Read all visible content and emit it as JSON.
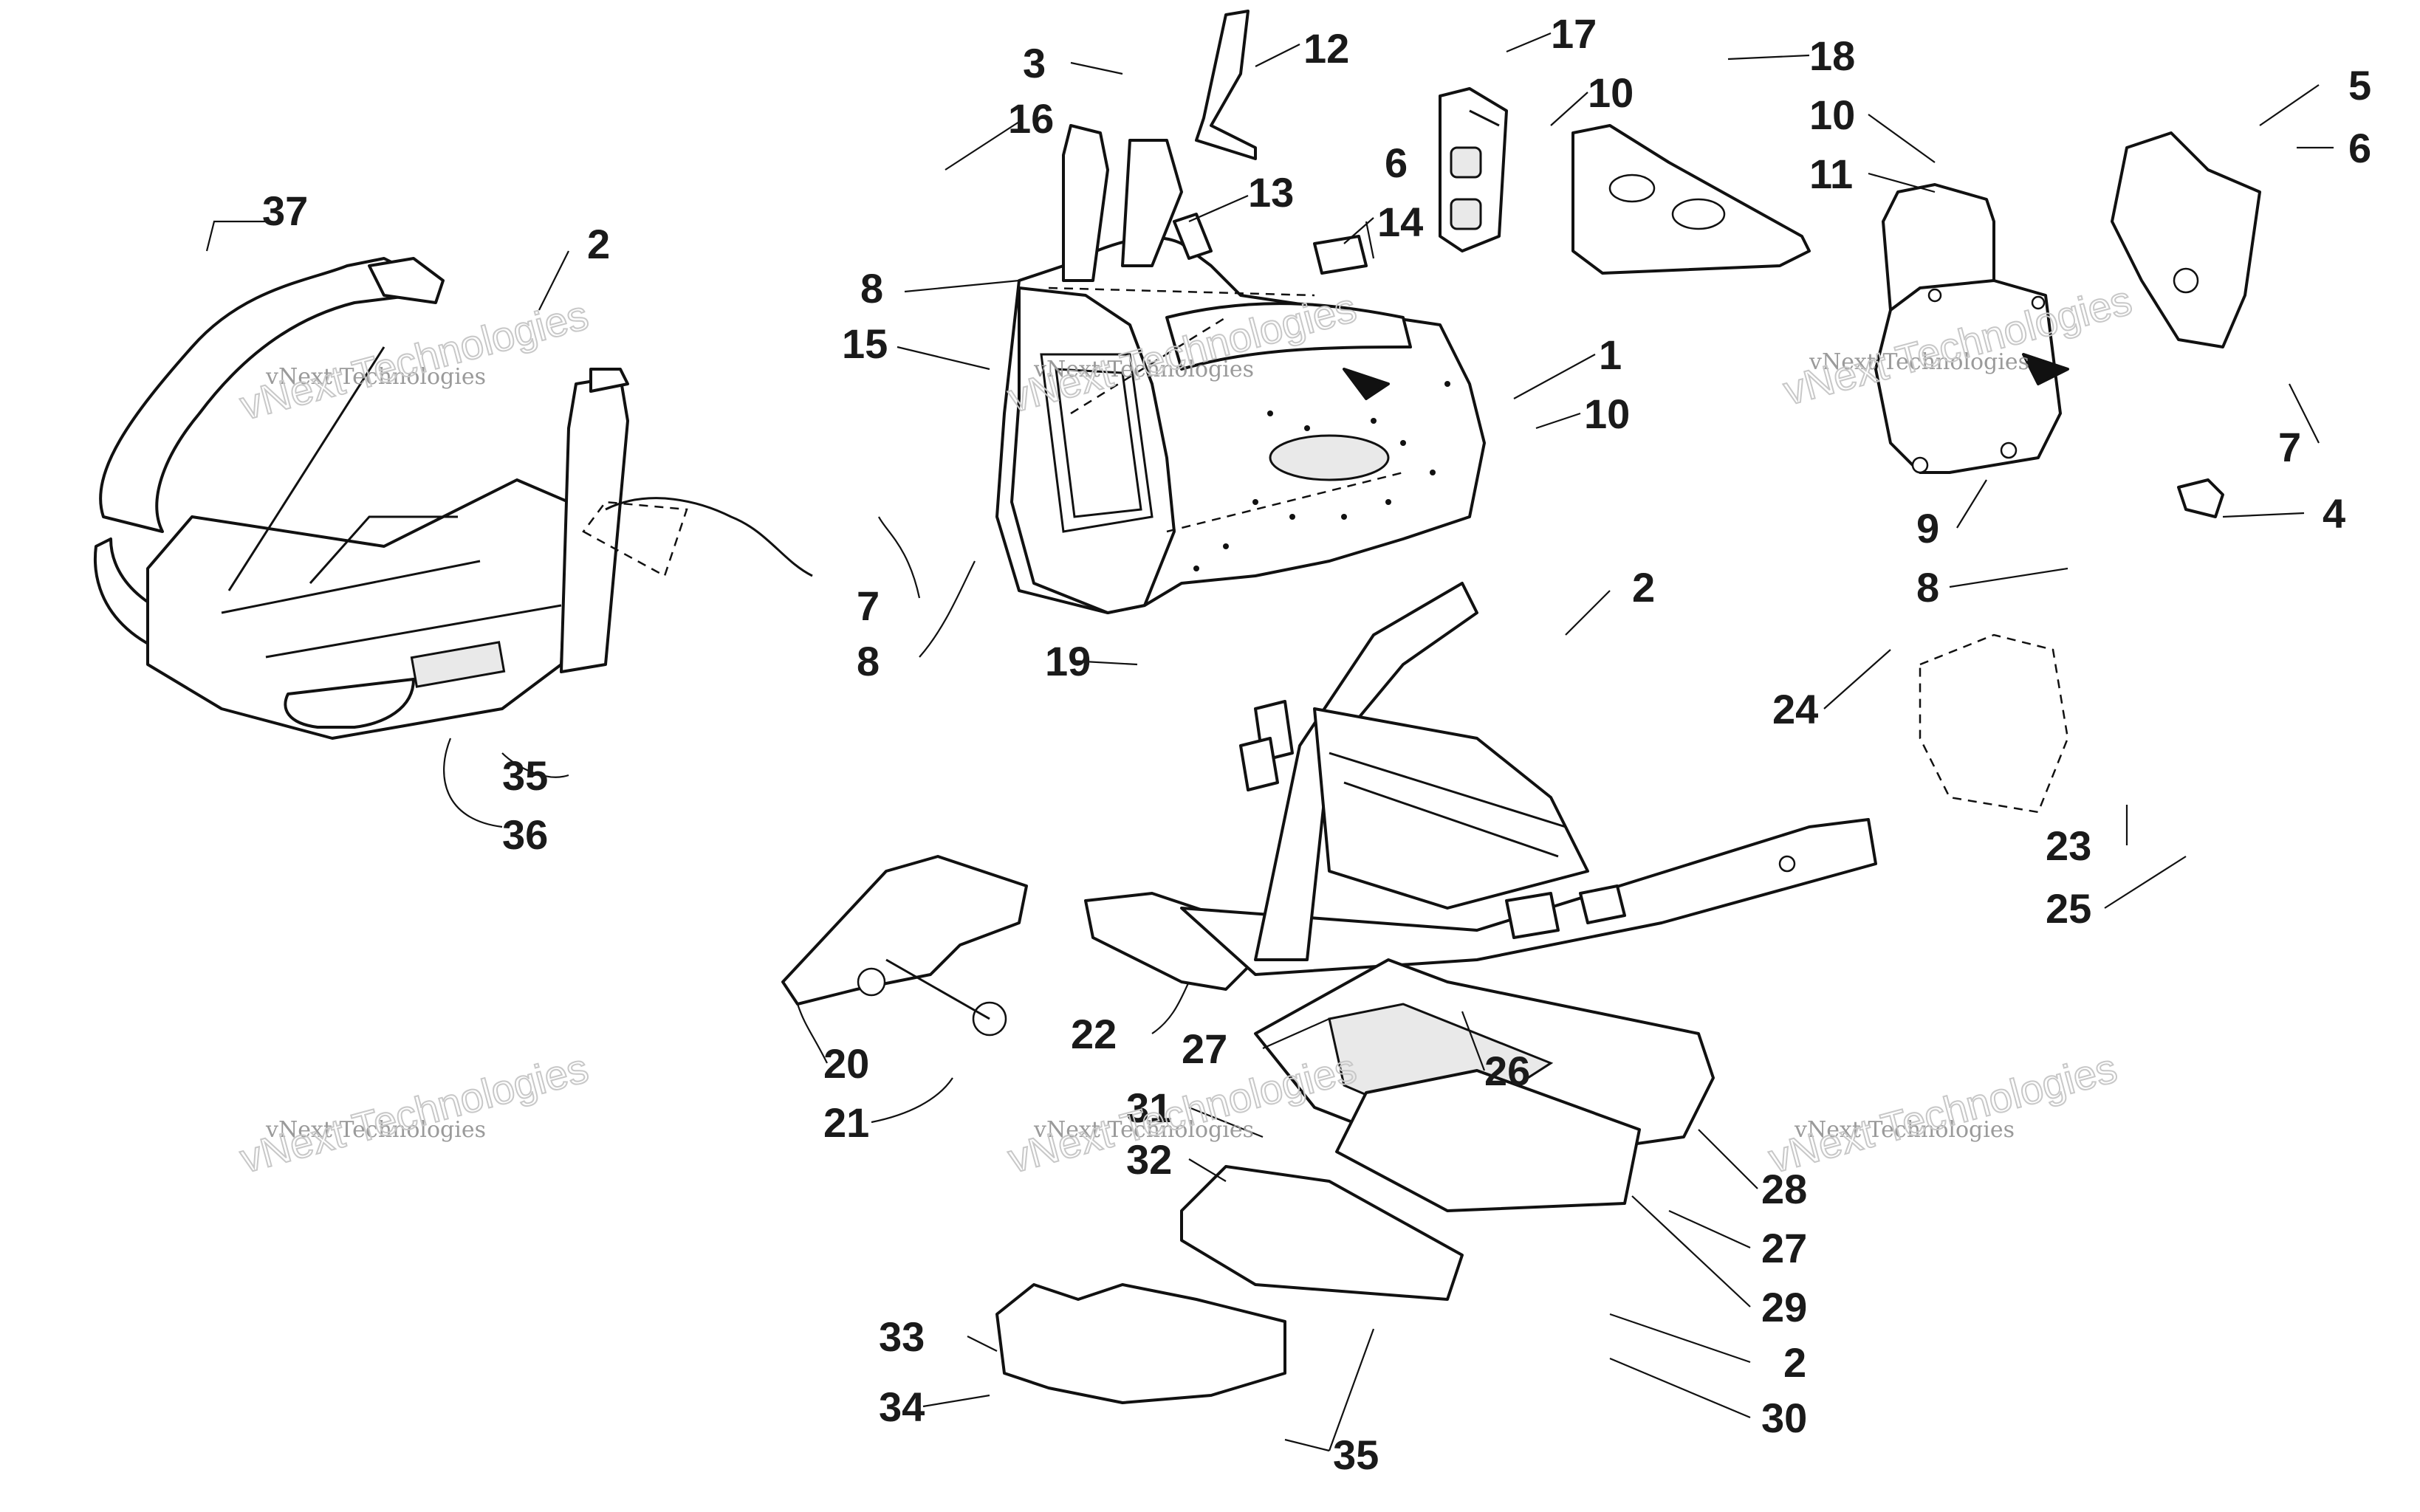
{
  "diagram": {
    "callouts": [
      {
        "id": "c37",
        "text": "37"
      },
      {
        "id": "c2a",
        "text": "2"
      },
      {
        "id": "c35a",
        "text": "35"
      },
      {
        "id": "c36",
        "text": "36"
      },
      {
        "id": "c3",
        "text": "3"
      },
      {
        "id": "c16",
        "text": "16"
      },
      {
        "id": "c12",
        "text": "12"
      },
      {
        "id": "c13",
        "text": "13"
      },
      {
        "id": "c17",
        "text": "17"
      },
      {
        "id": "c10a",
        "text": "10"
      },
      {
        "id": "c6a",
        "text": "6"
      },
      {
        "id": "c14",
        "text": "14"
      },
      {
        "id": "c8a",
        "text": "8"
      },
      {
        "id": "c15",
        "text": "15"
      },
      {
        "id": "c1",
        "text": "1"
      },
      {
        "id": "c10b",
        "text": "10"
      },
      {
        "id": "c7a",
        "text": "7"
      },
      {
        "id": "c8b",
        "text": "8"
      },
      {
        "id": "c19",
        "text": "19"
      },
      {
        "id": "c2b",
        "text": "2"
      },
      {
        "id": "c18",
        "text": "18"
      },
      {
        "id": "c10c",
        "text": "10"
      },
      {
        "id": "c11",
        "text": "11"
      },
      {
        "id": "c5",
        "text": "5"
      },
      {
        "id": "c6b",
        "text": "6"
      },
      {
        "id": "c7b",
        "text": "7"
      },
      {
        "id": "c4",
        "text": "4"
      },
      {
        "id": "c9",
        "text": "9"
      },
      {
        "id": "c8c",
        "text": "8"
      },
      {
        "id": "c24",
        "text": "24"
      },
      {
        "id": "c23",
        "text": "23"
      },
      {
        "id": "c25",
        "text": "25"
      },
      {
        "id": "c20",
        "text": "20"
      },
      {
        "id": "c21",
        "text": "21"
      },
      {
        "id": "c22",
        "text": "22"
      },
      {
        "id": "c27a",
        "text": "27"
      },
      {
        "id": "c26",
        "text": "26"
      },
      {
        "id": "c31",
        "text": "31"
      },
      {
        "id": "c32",
        "text": "32"
      },
      {
        "id": "c28",
        "text": "28"
      },
      {
        "id": "c27b",
        "text": "27"
      },
      {
        "id": "c29",
        "text": "29"
      },
      {
        "id": "c2c",
        "text": "2"
      },
      {
        "id": "c30",
        "text": "30"
      },
      {
        "id": "c33",
        "text": "33"
      },
      {
        "id": "c34",
        "text": "34"
      },
      {
        "id": "c35b",
        "text": "35"
      }
    ],
    "watermarks": [
      {
        "small": "vNext Technologies",
        "big": "vNext Technologies"
      },
      {
        "small": "vNext Technologies",
        "big": "vNext Technologies"
      },
      {
        "small": "vNext Technologies",
        "big": "vNext Technologies"
      },
      {
        "small": "vNext Technologies",
        "big": "vNext Technologies"
      },
      {
        "small": "vNext Technologies",
        "big": "vNext Technologies"
      },
      {
        "small": "vNext Technologies",
        "big": "vNext Technologies"
      }
    ]
  }
}
